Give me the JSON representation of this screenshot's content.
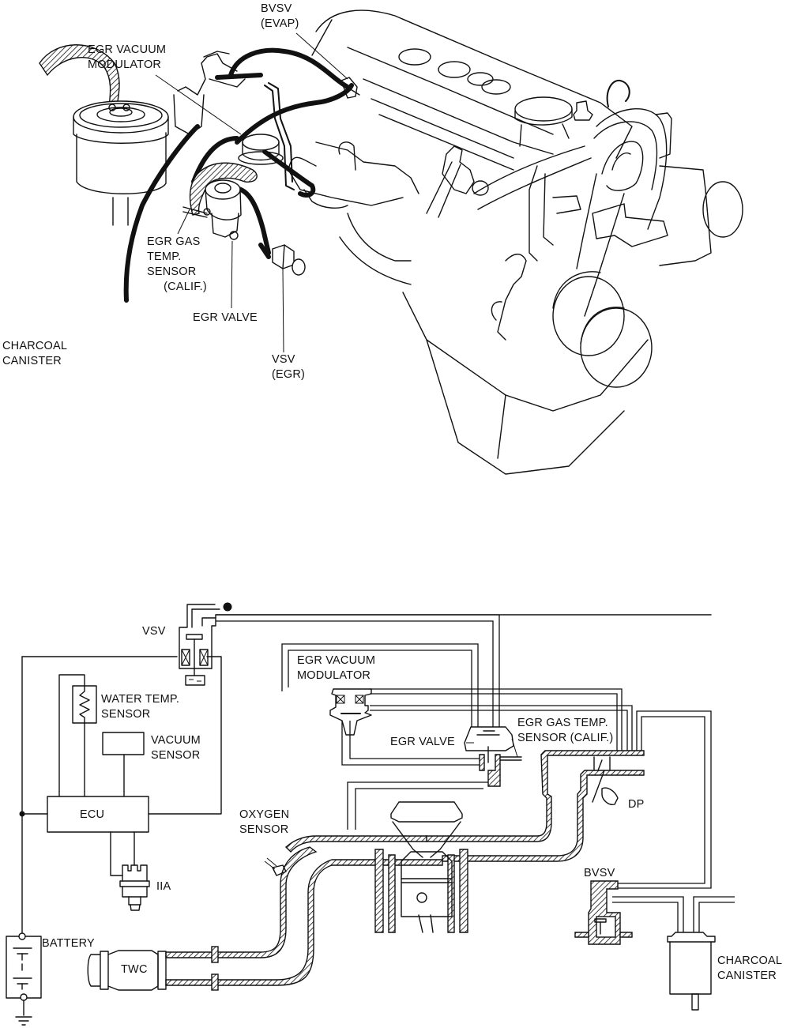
{
  "figure": {
    "top_diagram": {
      "title": "Emission component locations (engine view)",
      "labels": {
        "bvsv_evap": "BVSV\n(EVAP)",
        "egr_vacuum_modulator": "EGR VACUUM\nMODULATOR",
        "egr_gas_temp_sensor": "EGR GAS\nTEMP.\nSENSOR\n     (CALIF.)",
        "egr_valve": "EGR VALVE",
        "vsv_egr": "VSV\n(EGR)",
        "charcoal_canister": "CHARCOAL\nCANISTER"
      }
    },
    "bottom_diagram": {
      "title": "System schematic",
      "labels": {
        "vsv": "VSV",
        "egr_vacuum_modulator": "EGR VACUUM\nMODULATOR",
        "water_temp_sensor": "WATER TEMP.\nSENSOR",
        "vacuum_sensor": "VACUUM\nSENSOR",
        "egr_valve": "EGR VALVE",
        "egr_gas_temp_sensor": "EGR GAS TEMP.\nSENSOR (CALIF.)",
        "ecu": "ECU",
        "oxygen_sensor": "OXYGEN\nSENSOR",
        "dp": "DP",
        "iia": "IIA",
        "bvsv": "BVSV",
        "battery": "BATTERY",
        "twc": "TWC",
        "charcoal_canister": "CHARCOAL\nCANISTER"
      }
    }
  }
}
